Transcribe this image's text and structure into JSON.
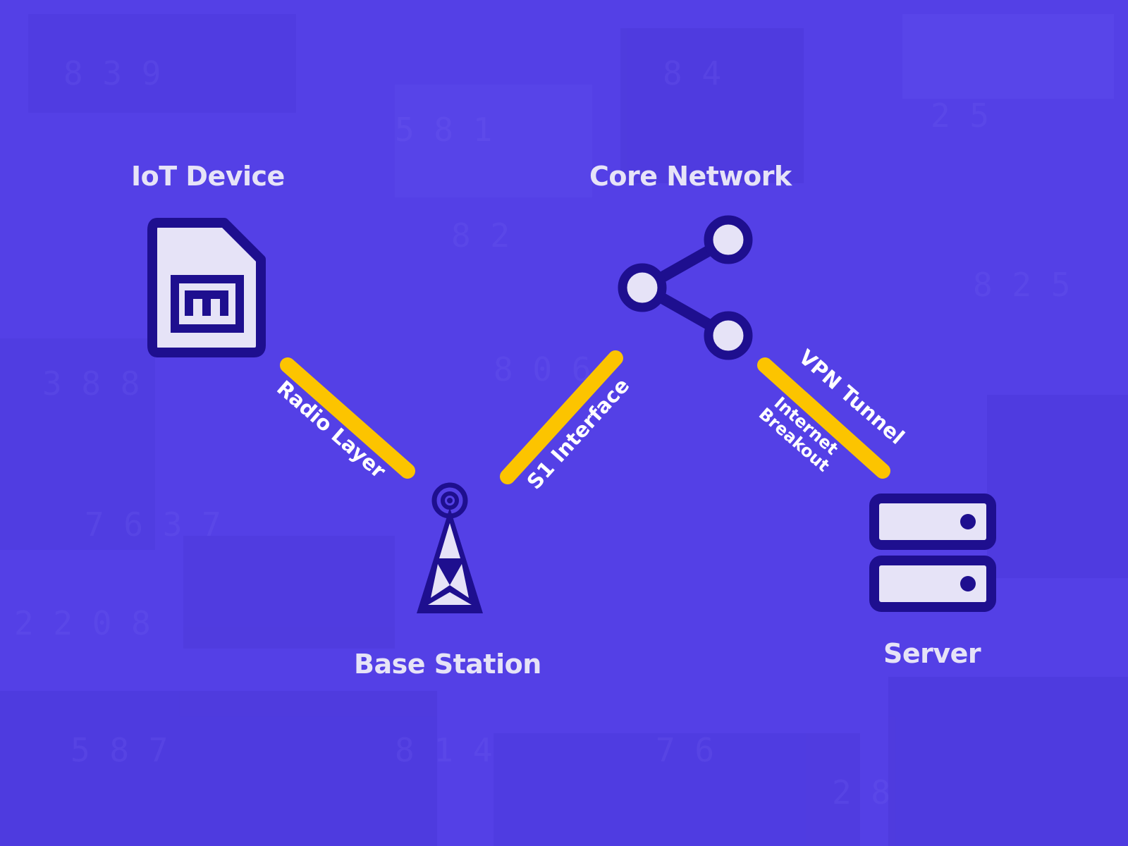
{
  "colors": {
    "background": "#5440e6",
    "icon_fill": "#e6e3f7",
    "icon_stroke": "#1e0f8f",
    "link": "#fcc400",
    "title_text": "#e6e3f7",
    "link_text": "#ffffff"
  },
  "nodes": {
    "iot_device": {
      "title": "IoT Device",
      "icon": "sim-card-icon"
    },
    "base_station": {
      "title": "Base Station",
      "icon": "cell-tower-icon"
    },
    "core_network": {
      "title": "Core Network",
      "icon": "share-network-icon"
    },
    "server": {
      "title": "Server",
      "icon": "server-icon"
    }
  },
  "links": {
    "radio": {
      "label": "Radio Layer"
    },
    "s1": {
      "label": "S1 Interface"
    },
    "vpn": {
      "label": "VPN Tunnel"
    },
    "breakout": {
      "line1": "Internet",
      "line2": "Breakout"
    }
  }
}
